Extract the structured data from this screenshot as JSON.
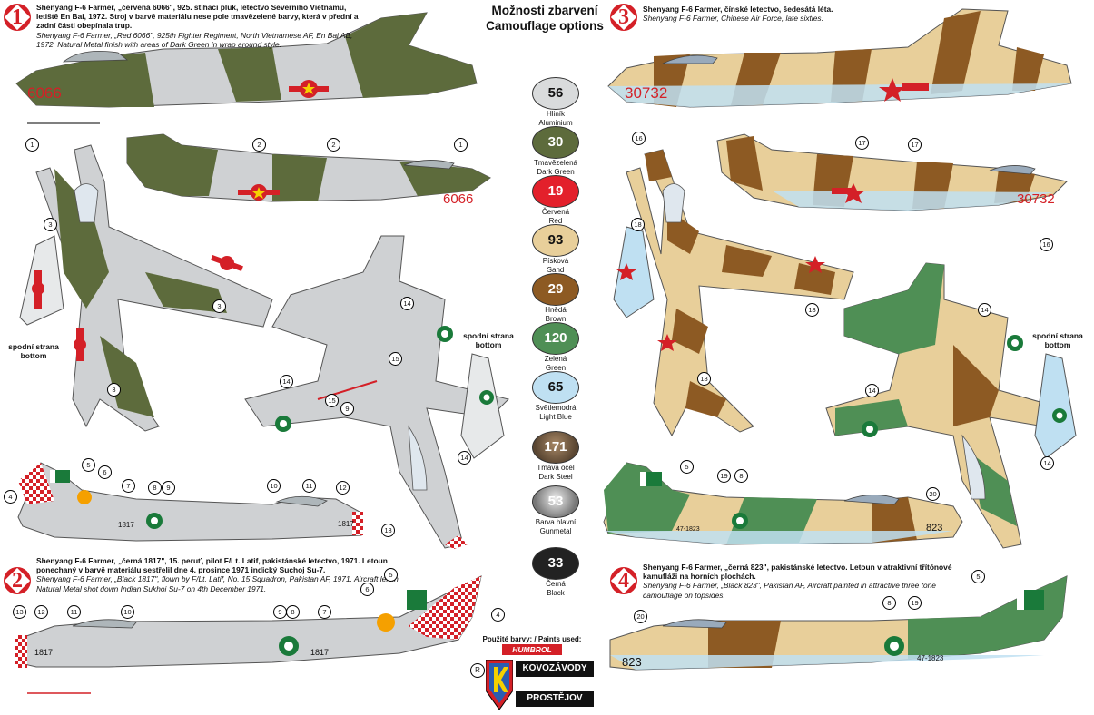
{
  "header": {
    "title_cz": "Možnosti zbarvení",
    "title_en": "Camouflage options"
  },
  "schemes": [
    {
      "number": "1",
      "caption_cz": "Shenyang F-6 Farmer, „červená 6066\", 925. stíhací pluk, letectvo Severního Vietnamu, letiště En Bai, 1972. Stroj v barvě materiálu nese pole tmavězelené barvy, která v přední a zadní části obepínala trup.",
      "caption_en": "Shenyang F-6 Farmer, „Red 6066\", 925th Fighter Regiment, North Vietnamese AF, En Bai AB, 1972. Natural Metal finish with areas of Dark Green in wrap around style.",
      "serial": "6066"
    },
    {
      "number": "2",
      "caption_cz": "Shenyang F-6 Farmer, „černá 1817\", 15. peruť, pilot F/Lt. Latif, pakistánské letectvo, 1971. Letoun ponechaný v barvě materiálu sestřelil dne 4. prosince 1971 indický Suchoj Su-7.",
      "caption_en": "Shenyang F-6 Farmer, „Black 1817\", flown by F/Lt. Latif, No. 15 Squadron, Pakistan AF, 1971. Aircraft left in Natural Metal shot down Indian Sukhoi Su-7 on 4th December 1971.",
      "serial": "1817"
    },
    {
      "number": "3",
      "caption_cz": "Shenyang F-6 Farmer, čínské letectvo, šedesátá léta.",
      "caption_en": "Shenyang F-6 Farmer, Chinese Air Force, late sixties.",
      "serial": "30732"
    },
    {
      "number": "4",
      "caption_cz": "Shenyang F-6 Farmer, „černá 823\", pakistánské letectvo. Letoun v atraktivní třítónové kamufláži na horních plochách.",
      "caption_en": "Shenyang F-6 Farmer, „Black 823\", Pakistan AF, Aircraft painted in attractive three tone camouflage on topsides.",
      "serial": "823",
      "tail_code": "47-1823"
    }
  ],
  "palette": [
    {
      "code": "56",
      "cz": "Hliník",
      "en": "Aluminium",
      "color": "#d9dbdc",
      "text": "#111111"
    },
    {
      "code": "30",
      "cz": "Tmavězelená",
      "en": "Dark Green",
      "color": "#5d6b3c",
      "text": "#ffffff"
    },
    {
      "code": "19",
      "cz": "Červená",
      "en": "Red",
      "color": "#e3202b",
      "text": "#ffffff"
    },
    {
      "code": "93",
      "cz": "Písková",
      "en": "Sand",
      "color": "#e8cf9a",
      "text": "#111111"
    },
    {
      "code": "29",
      "cz": "Hnědá",
      "en": "Brown",
      "color": "#8d5a23",
      "text": "#ffffff"
    },
    {
      "code": "120",
      "cz": "Zelená",
      "en": "Green",
      "color": "#4f8f55",
      "text": "#ffffff"
    },
    {
      "code": "65",
      "cz": "Světlemodrá",
      "en": "Light Blue",
      "color": "#bfe0f2",
      "text": "#111111"
    },
    {
      "code": "171",
      "cz": "Tmavá ocel",
      "en": "Dark Steel",
      "color": "#5a4632",
      "text": "#ffffff"
    },
    {
      "code": "53",
      "cz": "Barva hlavní",
      "en": "Gunmetal",
      "color": "#9b9b9b",
      "text": "#ffffff"
    },
    {
      "code": "33",
      "cz": "Černá",
      "en": "Black",
      "color": "#222222",
      "text": "#ffffff"
    }
  ],
  "labels": {
    "bottom_cz": "spodní strana",
    "bottom_en": "bottom",
    "paints_used": "Použité barvy: / Paints used:",
    "humbrol": "HUMBROL",
    "kovozavody": "KOVOZÁVODY",
    "prostejov": "PROSTĚJOV",
    "registered": "R"
  },
  "callouts": [
    "1",
    "2",
    "3",
    "4",
    "5",
    "6",
    "7",
    "8",
    "9",
    "10",
    "11",
    "12",
    "13",
    "14",
    "15",
    "16",
    "17",
    "18",
    "19",
    "20"
  ]
}
